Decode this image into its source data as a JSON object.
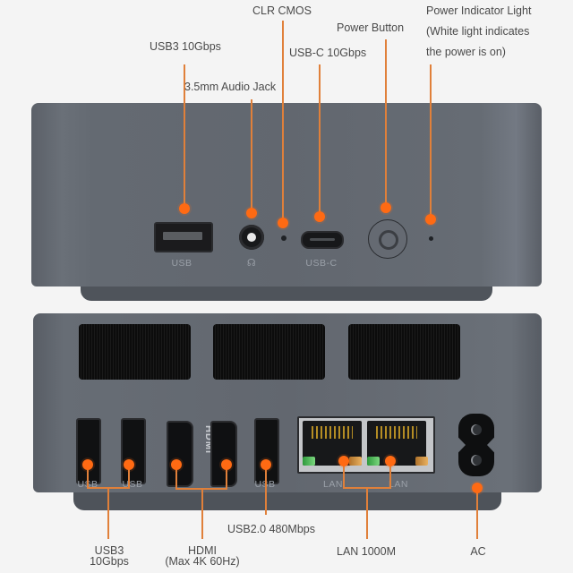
{
  "front_panel": {
    "callouts": {
      "usb3": "USB3 10Gbps",
      "audio": "3.5mm Audio Jack",
      "clr_cmos": "CLR CMOS",
      "usbc": "USB-C 10Gbps",
      "power_button": "Power Button",
      "power_led_line1": "Power Indicator Light",
      "power_led_line2": "(White light indicates",
      "power_led_line3": "the power is on)"
    },
    "port_labels": {
      "usb": "USB",
      "audio": "☊",
      "usbc": "USB-C"
    }
  },
  "rear_panel": {
    "port_labels": {
      "usb1": "USB",
      "usb2": "USB",
      "hdmi_mark": "HDMI",
      "usb3": "USB",
      "lan1": "LAN",
      "lan2": "LAN"
    },
    "callouts": {
      "usb3_line1": "USB3",
      "usb3_line2": "10Gbps",
      "hdmi_line1": "HDMI",
      "hdmi_line2": "(Max 4K 60Hz)",
      "usb2": "USB2.0 480Mbps",
      "lan": "LAN 1000M",
      "ac": "AC"
    }
  },
  "colors": {
    "accent": "#ff6a13",
    "leader_line": "#e0803a",
    "device_body": "#62676f",
    "background": "#f4f4f4"
  }
}
